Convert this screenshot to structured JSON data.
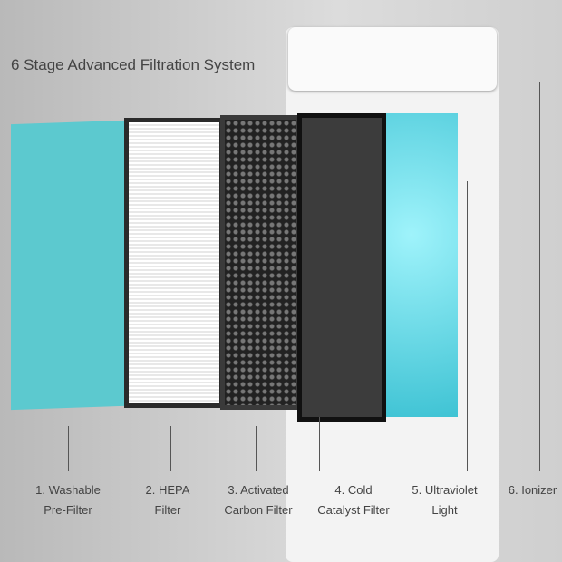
{
  "title": "6 Stage Advanced Filtration System",
  "colors": {
    "pre_filter": "#5cc9cf",
    "uv_glow": "#6fe0ec",
    "frame": "#2a2a2a"
  },
  "labels": [
    {
      "line1": "1. Washable",
      "line2": "Pre-Filter"
    },
    {
      "line1": "2. HEPA",
      "line2": "Filter"
    },
    {
      "line1": "3. Activated",
      "line2": "Carbon Filter"
    },
    {
      "line1": "4. Cold",
      "line2": "Catalyst Filter"
    },
    {
      "line1": "5. Ultraviolet",
      "line2": "Light"
    },
    {
      "line1": "6. Ionizer",
      "line2": ""
    }
  ]
}
